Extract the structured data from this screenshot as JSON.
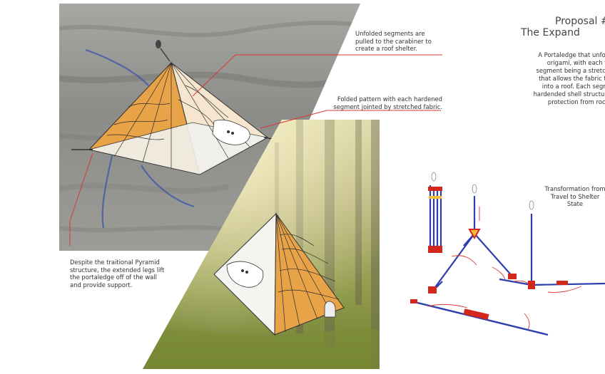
{
  "title": {
    "line1": "Proposal #",
    "line2": "The Expand"
  },
  "description": [
    "A Portaledge that unfolds like",
    "origami, with each foldi",
    "segment being a stretched fab",
    "that allows the fabric to stret",
    "into a roof. Each segment i",
    "hardended shell structure to allo",
    "protection from rock fa"
  ],
  "annotations": {
    "unfolded": [
      "Unfolded segments are",
      "pulled to the carabiner to",
      "create a roof shelter."
    ],
    "folded": [
      "Folded pattern with each hardened",
      "segment jointed by stretched fabric."
    ],
    "legs": [
      "Despite the traitional Pyramid",
      "structure, the extended legs lift",
      "the portaledge off of the wall",
      "and provide support."
    ],
    "transformation": [
      "Transformation from",
      "Travel to Shelter",
      "State"
    ]
  },
  "colors": {
    "tent_orange": "#E8A247",
    "tent_orange_light": "#F2BE74",
    "rock": "#8e8e8a",
    "forest": "#9aa55c",
    "pole_blue": "#2d3fae",
    "joint_red": "#d3261f",
    "joint_yellow": "#f3c23a",
    "annotation_red": "#d93a35"
  }
}
